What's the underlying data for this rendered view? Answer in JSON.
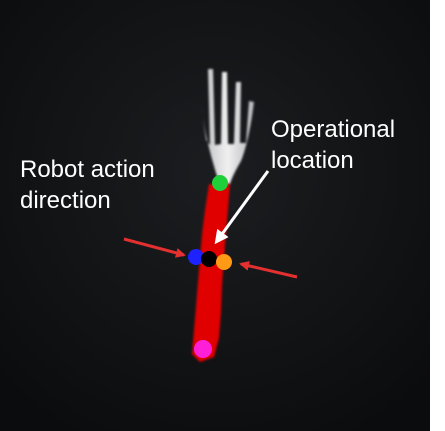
{
  "labels": {
    "robot_action_direction": [
      "Robot action",
      "direction"
    ],
    "operational_location": [
      "Operational",
      "location"
    ]
  },
  "colors": {
    "background": "#111315",
    "fork_handle_mask": "#e00000",
    "fork_tines": "#d8d8d8",
    "arrow_red": "#e53030",
    "arrow_white": "#ffffff",
    "point_top": "#1fcf3a",
    "point_left": "#1d22ff",
    "point_center": "#000000",
    "point_right": "#ff9a16",
    "point_bottom": "#ff1fd6"
  }
}
